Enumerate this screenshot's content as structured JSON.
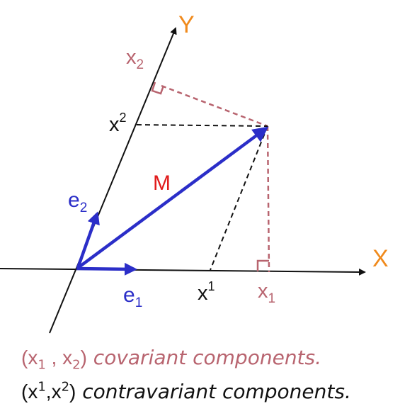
{
  "axes": {
    "x_title": "X",
    "y_title": "Y"
  },
  "vectors": {
    "m_label": "M",
    "e1_base": "e",
    "e1_index": "1",
    "e2_base": "e",
    "e2_index": "2"
  },
  "contravariant_labels": {
    "x1_base": "x",
    "x1_index": "1",
    "x2_base": "x",
    "x2_index": "2"
  },
  "covariant_labels": {
    "x1_base": "x",
    "x1_index": "1",
    "x2_base": "x",
    "x2_index": "2"
  },
  "captions": {
    "covariant": {
      "open": "(",
      "a_base": "x",
      "a_index": "1",
      "sep": " , ",
      "b_base": "x",
      "b_index": "2",
      "close": ")",
      "text": " covariant components."
    },
    "contravariant": {
      "open": "(",
      "a_base": "x",
      "a_index": "1",
      "sep": ",",
      "b_base": "x",
      "b_index": "2",
      "close": ")",
      "text": " contravariant components."
    }
  },
  "colors": {
    "axis_title": "#f08a1c",
    "vector": "#2b2ec8",
    "m_label": "#e11b1b",
    "covariant": "#b8646f",
    "axis_line": "#111111",
    "text": "#111111"
  }
}
